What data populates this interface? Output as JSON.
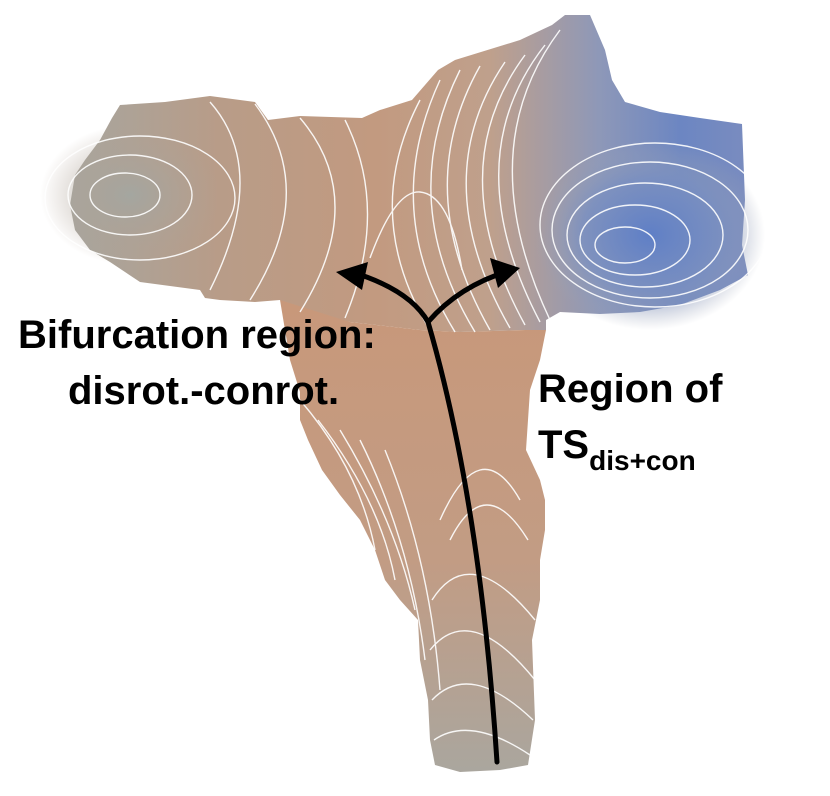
{
  "labels": {
    "bifurcation_line1": "Bifurcation region:",
    "bifurcation_line2": "disrot.-conrot.",
    "region_line1": "Region of",
    "region_ts": "TS",
    "region_ts_sub": "dis+con"
  },
  "colors": {
    "surface_warm": "#c49a80",
    "surface_grey": "#a8a49c",
    "surface_cool": "#6a84c0",
    "contour": "#ffffff",
    "arrow": "#000000"
  }
}
